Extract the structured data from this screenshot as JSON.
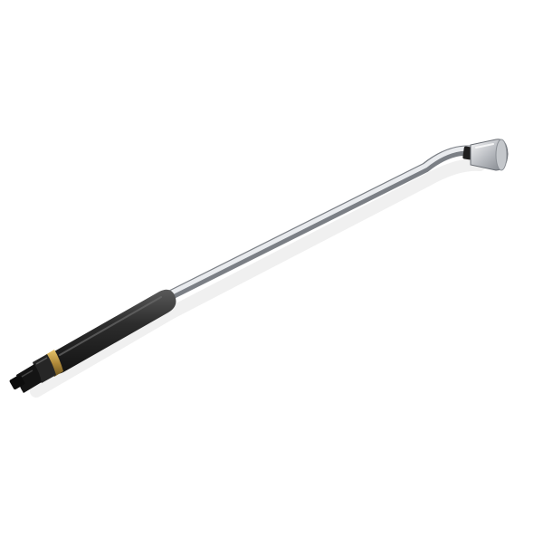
{
  "image": {
    "subject": "watering-wand",
    "background_color": "#ffffff",
    "parts": [
      "hose-connector",
      "swivel-coupling",
      "brass-ring",
      "foam-grip",
      "aluminum-shaft",
      "curved-neck",
      "spray-head"
    ],
    "colors": {
      "shaft": "#c9ccd0",
      "grip": "#2b2b2b",
      "brass": "#b08a3a",
      "connector": "#1a1a1a",
      "head": "#d4d6d9"
    }
  }
}
